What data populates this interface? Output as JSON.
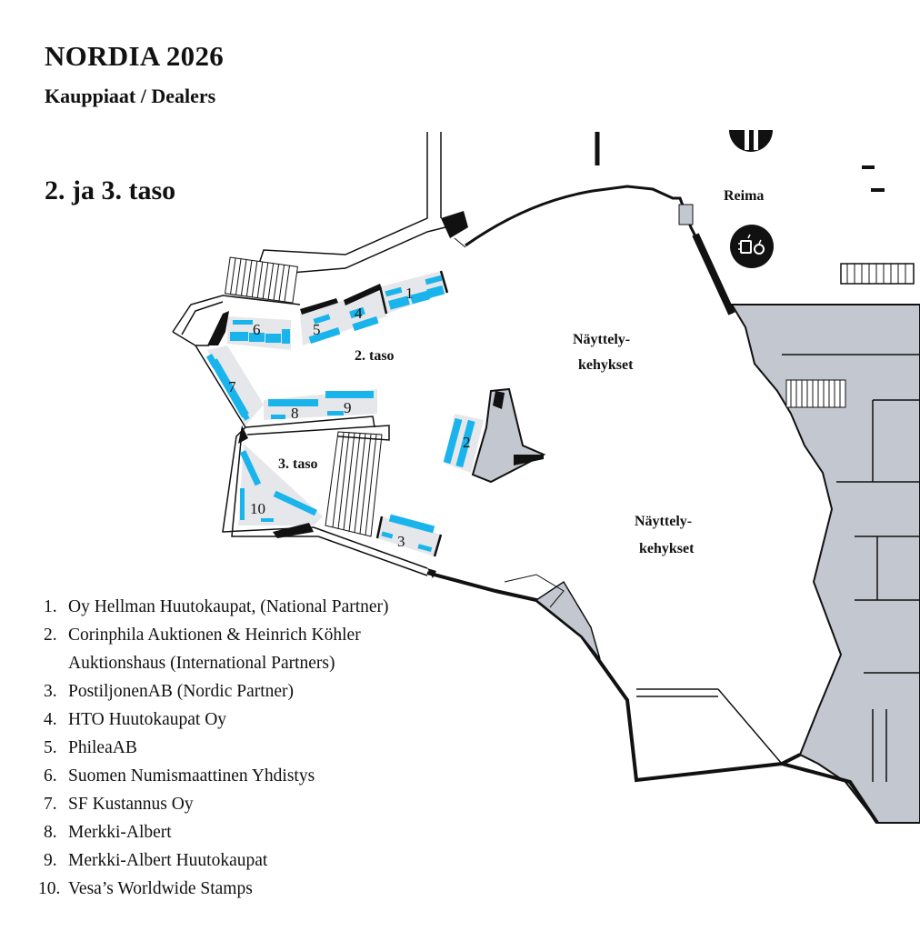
{
  "header": {
    "title": "NORDIA 2026",
    "subtitle": "Kauppiaat / Dealers",
    "level_heading": "2. ja 3. taso"
  },
  "map": {
    "area_labels": {
      "level2": "2. taso",
      "level3": "3. taso",
      "frames_top_line1": "Näyttely-",
      "frames_top_line2": "kehykset",
      "frames_bottom_line1": "Näyttely-",
      "frames_bottom_line2": "kehykset",
      "restaurant": "Reima"
    },
    "booth_numbers": [
      "1",
      "2",
      "3",
      "4",
      "5",
      "6",
      "7",
      "8",
      "9",
      "10"
    ],
    "icons": [
      "restaurant-icon",
      "cafe-icon"
    ],
    "colors": {
      "booth": "#19b4ec",
      "zone": "#e6e7ea",
      "building": "#c3c7cf",
      "wall": "#111111"
    }
  },
  "legend": [
    {
      "num": "1.",
      "lines": [
        "Oy Hellman Huutokaupat, (National Partner)"
      ]
    },
    {
      "num": "2.",
      "lines": [
        "Corinphila Auktionen & Heinrich Köhler",
        "Auktionshaus (International Partners)"
      ]
    },
    {
      "num": "3.",
      "lines": [
        "PostiljonenAB (Nordic Partner)"
      ]
    },
    {
      "num": "4.",
      "lines": [
        "HTO Huutokaupat Oy"
      ]
    },
    {
      "num": "5.",
      "lines": [
        "PhileaAB"
      ]
    },
    {
      "num": "6.",
      "lines": [
        "Suomen Numismaattinen Yhdistys"
      ]
    },
    {
      "num": "7.",
      "lines": [
        "SF Kustannus Oy"
      ]
    },
    {
      "num": "8.",
      "lines": [
        "Merkki-Albert"
      ]
    },
    {
      "num": "9.",
      "lines": [
        "Merkki-Albert Huutokaupat"
      ]
    },
    {
      "num": "10.",
      "lines": [
        "Vesa’s Worldwide Stamps"
      ]
    }
  ]
}
